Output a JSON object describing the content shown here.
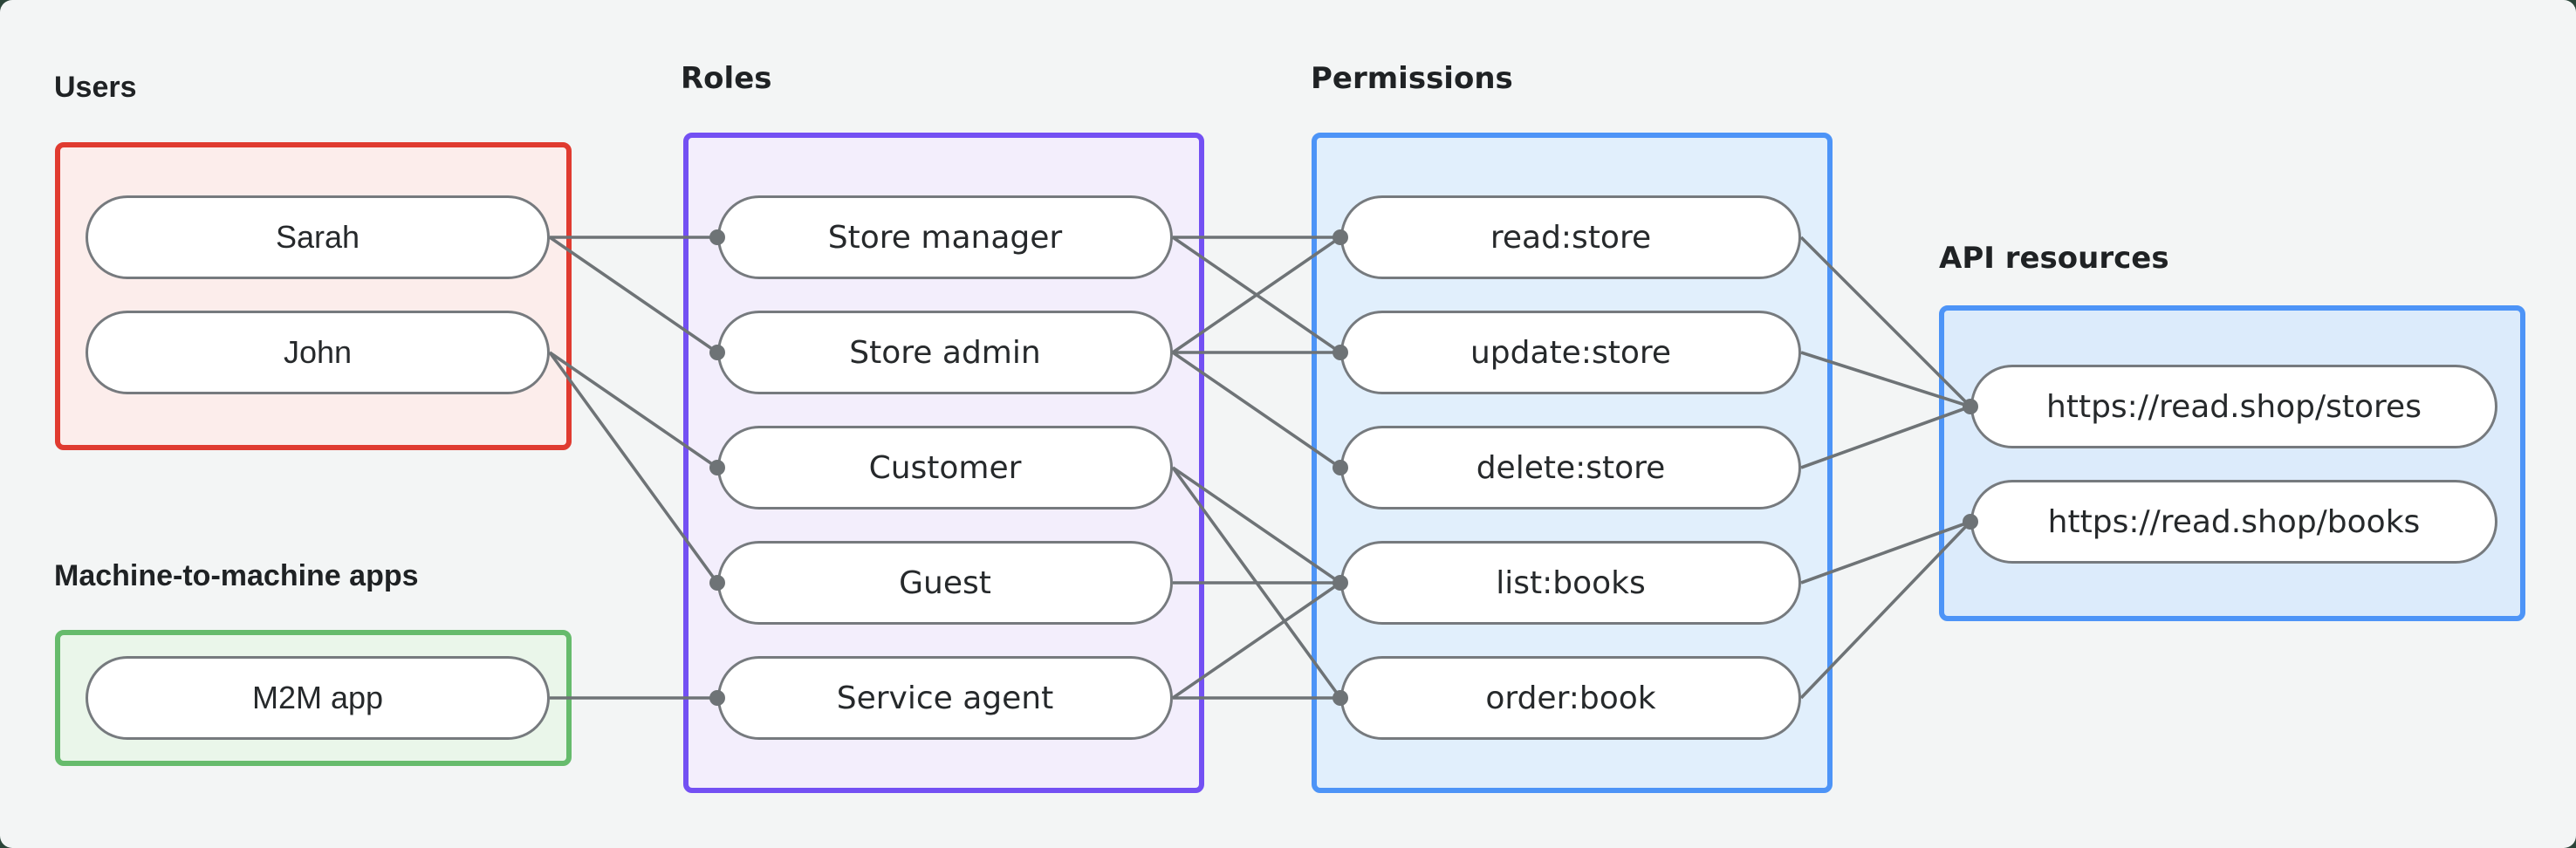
{
  "diagram": {
    "groups": [
      {
        "id": "users",
        "label": "Users",
        "border": "#E03B30",
        "fill": "#FCEDEB",
        "nodes": [
          {
            "id": "sarah",
            "label": "Sarah"
          },
          {
            "id": "john",
            "label": "John"
          }
        ]
      },
      {
        "id": "m2m-apps",
        "label": "Machine-to-machine apps",
        "border": "#66BB6C",
        "fill": "#EAF6EA",
        "nodes": [
          {
            "id": "m2m-app",
            "label": "M2M app"
          }
        ]
      },
      {
        "id": "roles",
        "label": "Roles",
        "border": "#7350F3",
        "fill": "#F3EEFC",
        "nodes": [
          {
            "id": "store-manager",
            "label": "Store manager"
          },
          {
            "id": "store-admin",
            "label": "Store admin"
          },
          {
            "id": "customer",
            "label": "Customer"
          },
          {
            "id": "guest",
            "label": "Guest"
          },
          {
            "id": "service-agent",
            "label": "Service agent"
          }
        ]
      },
      {
        "id": "permissions",
        "label": "Permissions",
        "border": "#4D94F7",
        "fill": "#E1EFFC",
        "nodes": [
          {
            "id": "read-store",
            "label": "read:store"
          },
          {
            "id": "update-store",
            "label": "update:store"
          },
          {
            "id": "delete-store",
            "label": "delete:store"
          },
          {
            "id": "list-books",
            "label": "list:books"
          },
          {
            "id": "order-book",
            "label": "order:book"
          }
        ]
      },
      {
        "id": "api-resources",
        "label": "API resources",
        "border": "#4D94F7",
        "fill": "#DCEBFB",
        "nodes": [
          {
            "id": "stores-api",
            "label": "https://read.shop/stores"
          },
          {
            "id": "books-api",
            "label": "https://read.shop/books"
          }
        ]
      }
    ],
    "edges": [
      {
        "from": "sarah",
        "to": "store-manager"
      },
      {
        "from": "sarah",
        "to": "store-admin"
      },
      {
        "from": "john",
        "to": "customer"
      },
      {
        "from": "john",
        "to": "guest"
      },
      {
        "from": "m2m-app",
        "to": "service-agent"
      },
      {
        "from": "store-manager",
        "to": "read-store"
      },
      {
        "from": "store-manager",
        "to": "update-store"
      },
      {
        "from": "store-admin",
        "to": "read-store"
      },
      {
        "from": "store-admin",
        "to": "update-store"
      },
      {
        "from": "store-admin",
        "to": "delete-store"
      },
      {
        "from": "customer",
        "to": "list-books"
      },
      {
        "from": "customer",
        "to": "order-book"
      },
      {
        "from": "guest",
        "to": "list-books"
      },
      {
        "from": "service-agent",
        "to": "list-books"
      },
      {
        "from": "service-agent",
        "to": "order-book"
      },
      {
        "from": "read-store",
        "to": "stores-api"
      },
      {
        "from": "update-store",
        "to": "stores-api"
      },
      {
        "from": "delete-store",
        "to": "stores-api"
      },
      {
        "from": "list-books",
        "to": "books-api"
      },
      {
        "from": "order-book",
        "to": "books-api"
      }
    ],
    "colors": {
      "connector": "#6E7376",
      "node_border": "#767A7E",
      "node_fill": "#FFFFFF",
      "node_text": "#26292B",
      "label_text": "#1F2224",
      "canvas_background": "#F3F5F5",
      "outer_background": "#2B4539"
    }
  }
}
